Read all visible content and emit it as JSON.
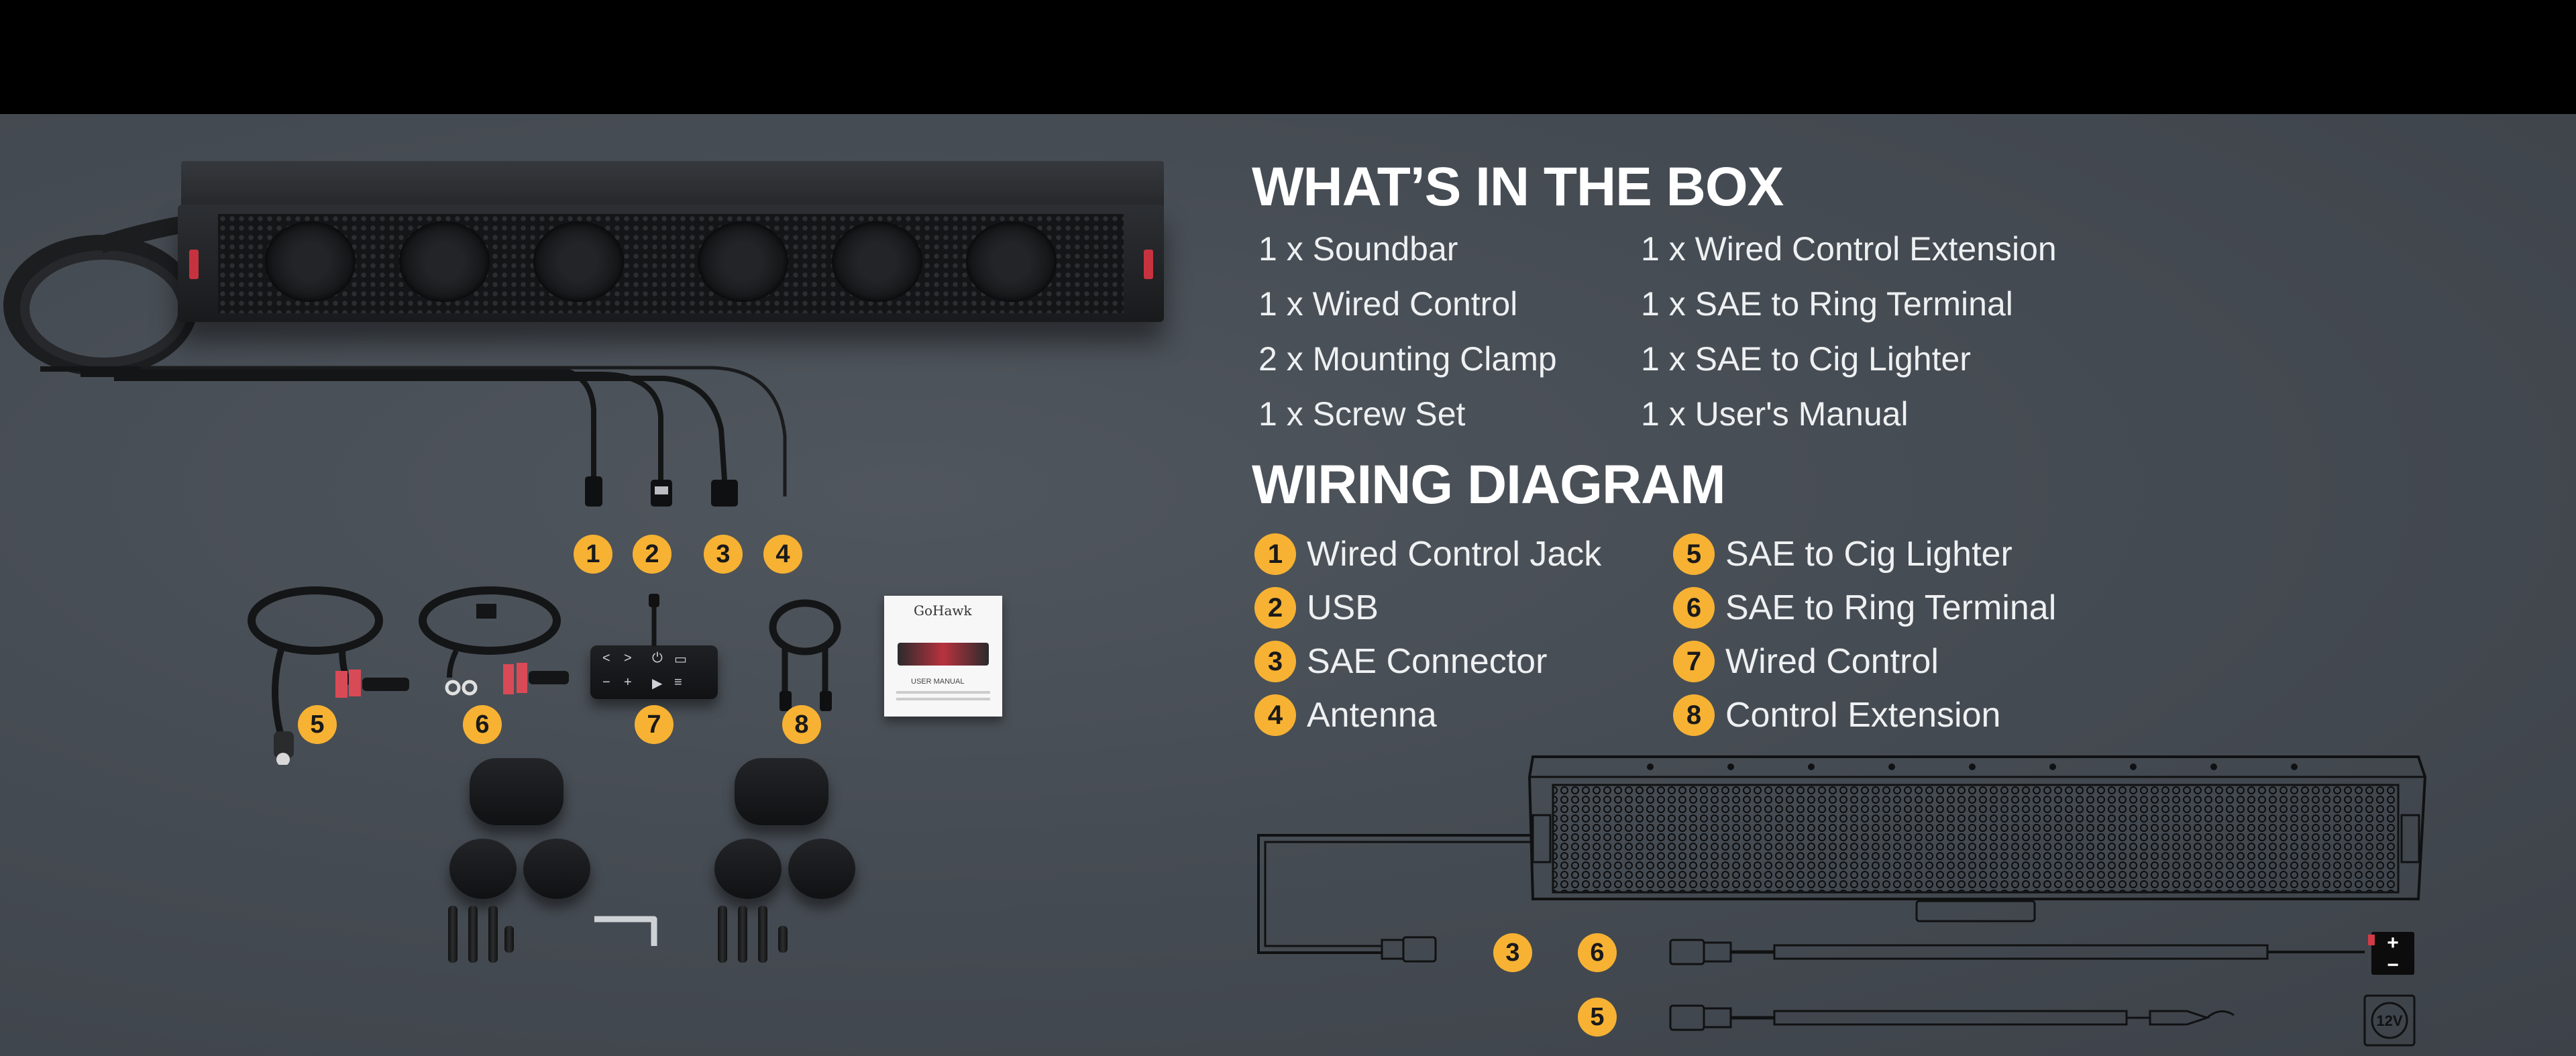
{
  "box": {
    "title": "WHAT’S IN THE BOX",
    "col1": [
      "1 x Soundbar",
      "1 x Wired Control",
      "2 x Mounting Clamp",
      "1 x Screw Set"
    ],
    "col2": [
      "1 x Wired Control Extension",
      "1 x SAE to Ring Terminal",
      "1 x SAE to Cig Lighter",
      "1 x User's Manual"
    ]
  },
  "wiring": {
    "title": "WIRING DIAGRAM",
    "col1": [
      {
        "num": "1",
        "label": "Wired Control Jack"
      },
      {
        "num": "2",
        "label": "USB"
      },
      {
        "num": "3",
        "label": "SAE Connector"
      },
      {
        "num": "4",
        "label": "Antenna"
      }
    ],
    "col2": [
      {
        "num": "5",
        "label": "SAE to Cig Lighter"
      },
      {
        "num": "6",
        "label": "SAE to Ring Terminal"
      },
      {
        "num": "7",
        "label": "Wired Control"
      },
      {
        "num": "8",
        "label": "Control Extension"
      }
    ]
  },
  "photo_badges": [
    "1",
    "2",
    "3",
    "4",
    "5",
    "6",
    "7",
    "8"
  ],
  "diagram_badges": {
    "sae": "3",
    "ring": "6",
    "cig": "5"
  },
  "diagram_symbols": {
    "battery_plus": "+",
    "battery_minus": "−",
    "socket": "12V"
  },
  "manual": {
    "brand": "GoHawk",
    "heading": "USER MANUAL"
  },
  "colors": {
    "badge": "#f7b233",
    "panel": "#464c53",
    "accent_red": "#c7323f"
  }
}
